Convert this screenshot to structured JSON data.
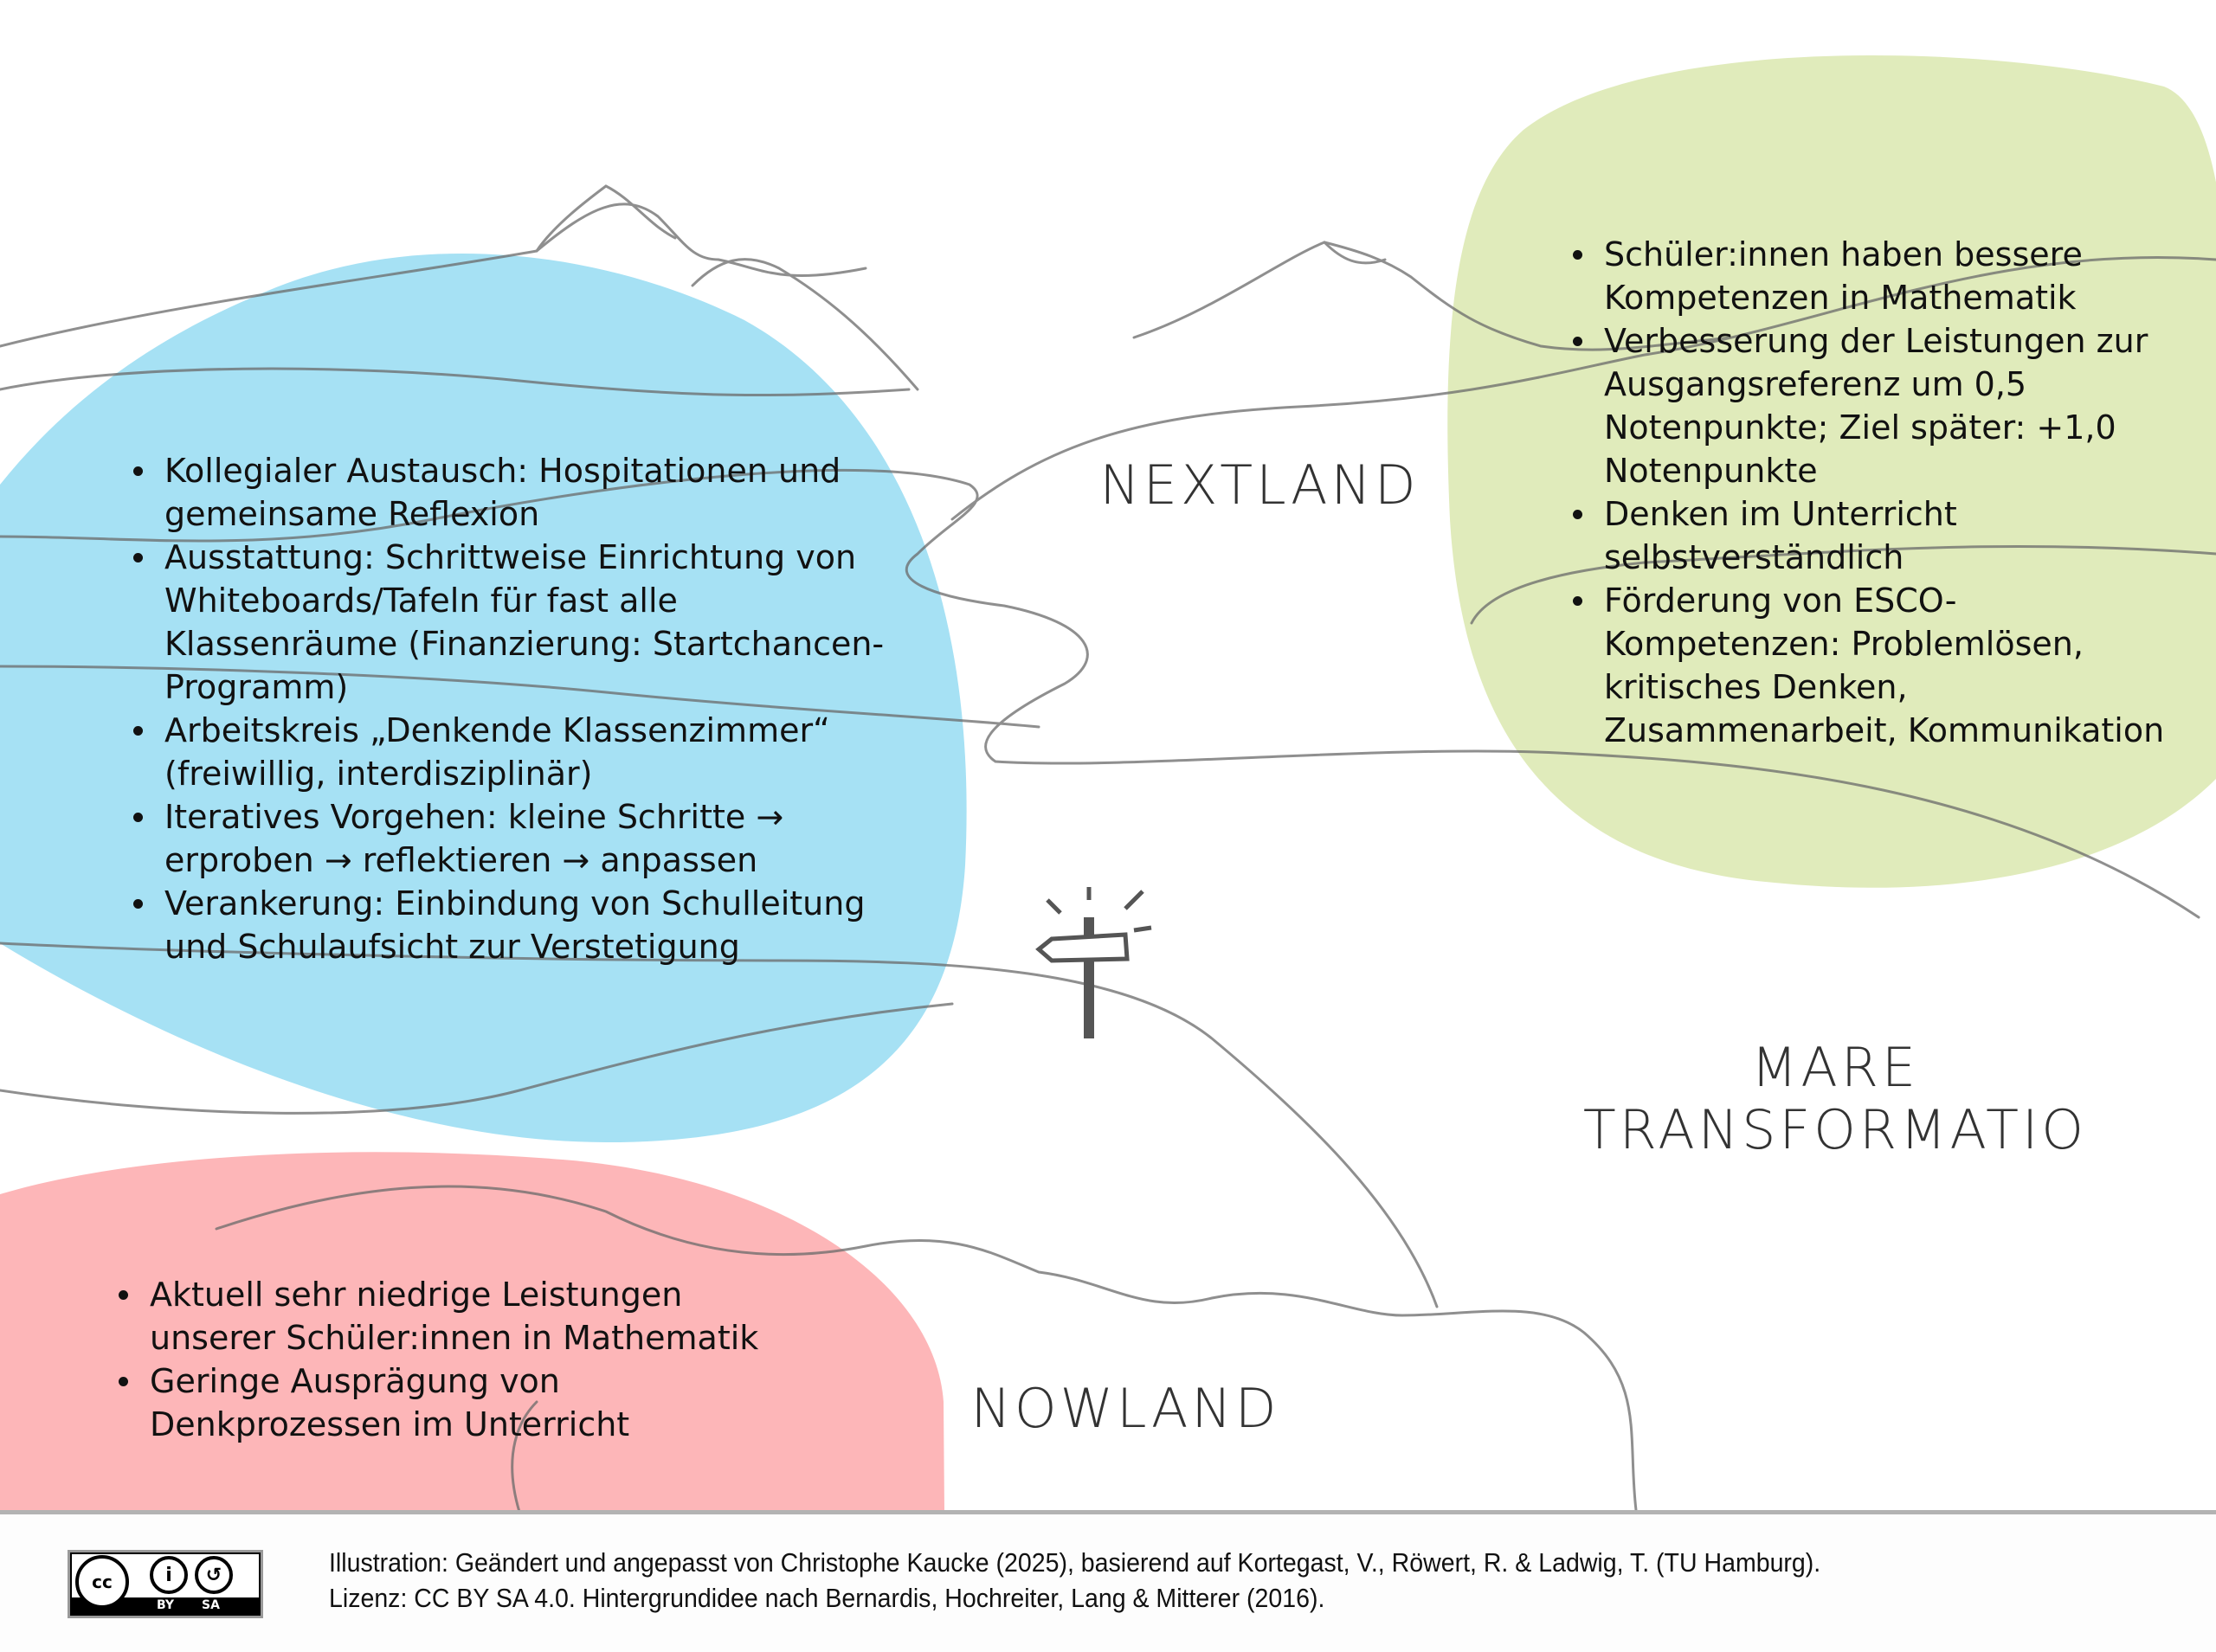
{
  "colors": {
    "blue_blob": "#a6e1f4",
    "green_blob": "#e0ebbb",
    "pink_blob": "#fdb6b8",
    "sketch": "#6a6a6a"
  },
  "regions": {
    "nextland": "NEXTLAND",
    "mare_line1": "MARE",
    "mare_line2": "TRANSFORMATIO",
    "nowland": "NOWLAND"
  },
  "blue_list": [
    "Kollegialer Austausch: Hospitationen und gemeinsame Reflexion",
    "Ausstattung: Schrittweise Einrichtung von Whiteboards/Tafeln für fast alle Klassenräume (Finanzierung: Startchancen-Programm)",
    "Arbeitskreis „Denkende Klassenzimmer“ (freiwillig, interdisziplinär)",
    "Iteratives Vorgehen: kleine Schritte → erproben → reflektieren → anpassen",
    "Verankerung: Einbindung von Schulleitung und Schulaufsicht zur Verstetigung"
  ],
  "green_list": [
    "Schüler:innen haben bessere Kompetenzen in Mathematik",
    "Verbesserung der Leistungen zur Ausgangsreferenz um 0,5 Notenpunkte; Ziel später: +1,0 Notenpunkte",
    "Denken im Unterricht selbstverständlich",
    "Förderung von ESCO-Kompetenzen: Problemlösen, kritisches Denken, Zusammenarbeit, Kommunikation"
  ],
  "pink_list": [
    "Aktuell sehr niedrige Leistungen unserer Schüler:innen in Mathematik",
    "Geringe Ausprägung von Denkprozessen im Unterricht"
  ],
  "footer": {
    "license_logo": {
      "icons": [
        "cc-icon",
        "by-icon",
        "sa-icon"
      ],
      "text": [
        "cc",
        "BY",
        "SA"
      ]
    },
    "credit_line1": "Illustration: Geändert und angepasst von Christophe Kaucke (2025), basierend auf Kortegast, V., Röwert, R. & Ladwig, T. (TU Hamburg).",
    "credit_line2": "Lizenz: CC BY SA 4.0. Hintergrundidee nach Bernardis, Hochreiter, Lang & Mitterer (2016)."
  }
}
